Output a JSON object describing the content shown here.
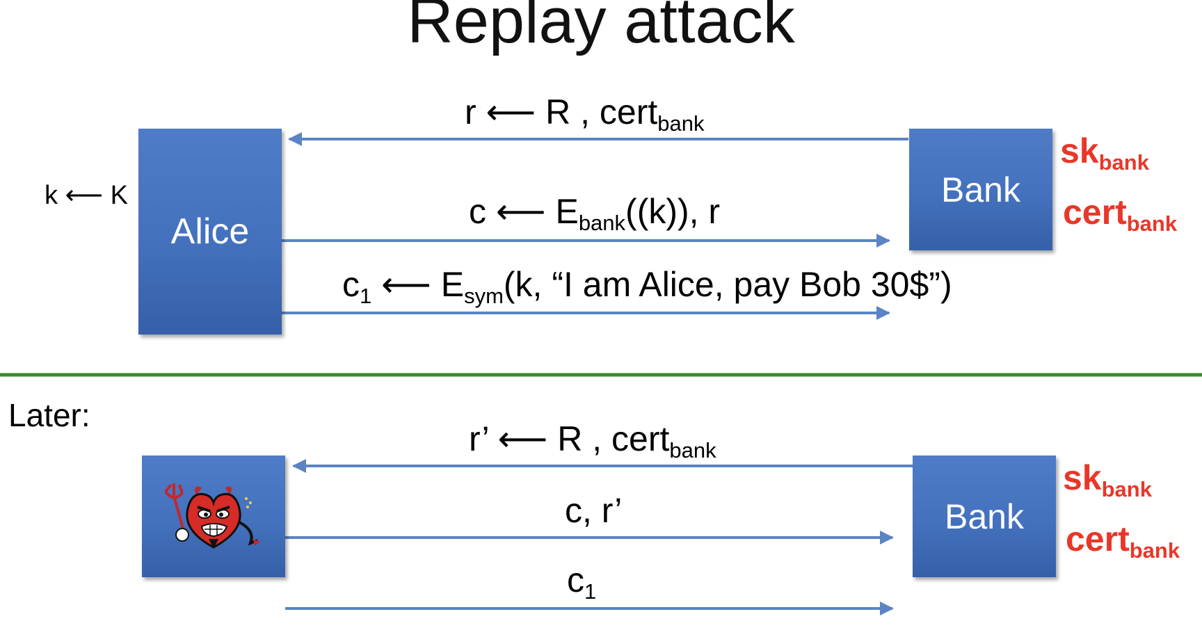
{
  "title": "Replay attack",
  "colors": {
    "box_fill": "#4472c4",
    "arrow": "#5b84c4",
    "divider": "#3b8a2a",
    "key_text": "#e8372a"
  },
  "top": {
    "alice_label": "Alice",
    "bank_label": "Bank",
    "alice_note": "k ⟵ K",
    "msg1": {
      "main": "r ⟵ R  ,   cert",
      "sub": "bank"
    },
    "msg2": {
      "main1": "c ⟵ E",
      "sub": "bank",
      "main2": "((k)),   r"
    },
    "msg3": {
      "main1": "c",
      "sub1": "1",
      "main2": " ⟵ E",
      "sub2": "sym",
      "main3": "(k,  “I am Alice, pay Bob 30$”)"
    },
    "bank_keys": {
      "sk": "sk",
      "sk_sub": "bank",
      "cert": "cert",
      "cert_sub": "bank"
    }
  },
  "bottom": {
    "later_label": "Later:",
    "attacker_icon": "devil-icon",
    "bank_label": "Bank",
    "msg1": {
      "main": "r’ ⟵ R  ,   cert",
      "sub": "bank"
    },
    "msg2": {
      "main": "c,  r’"
    },
    "msg3": {
      "main": "c",
      "sub": "1"
    },
    "bank_keys": {
      "sk": "sk",
      "sk_sub": "bank",
      "cert": "cert",
      "cert_sub": "bank"
    }
  }
}
